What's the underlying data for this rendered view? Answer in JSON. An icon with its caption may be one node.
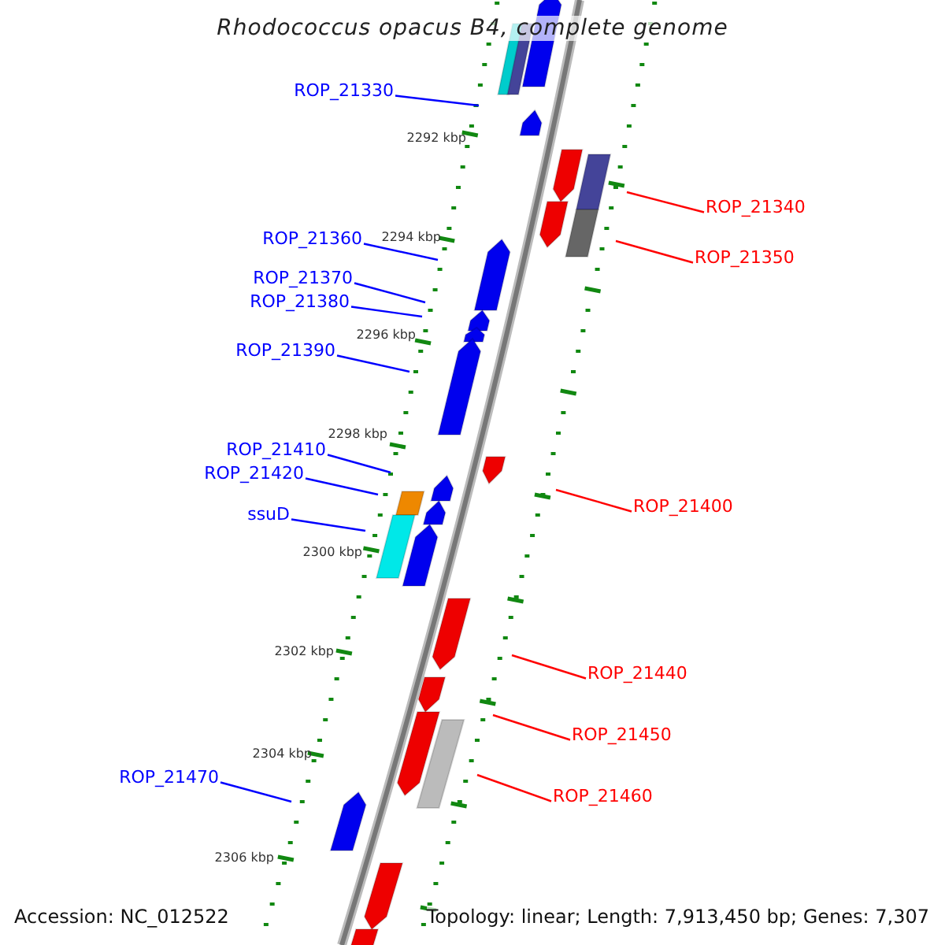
{
  "diagram": {
    "title": "Rhodococcus opacus B4, complete genome",
    "nodes": [
      {
        "text": [
          "ROP_21330"
        ]
      },
      {
        "text": [
          "ROP_21340"
        ]
      },
      {
        "text": [
          "ROP_21360"
        ]
      },
      {
        "text": [
          "ROP_21350"
        ]
      },
      {
        "text": [
          "ROP_21370"
        ]
      },
      {
        "text": [
          "ROP_21380"
        ]
      },
      {
        "text": [
          "ROP_21390"
        ]
      },
      {
        "text": [
          "ROP_21410"
        ]
      },
      {
        "text": [
          "ROP_21420"
        ]
      },
      {
        "text": [
          "ROP_21400"
        ]
      },
      {
        "text": [
          "ssuD"
        ]
      },
      {
        "text": [
          "ROP_21440"
        ]
      },
      {
        "text": [
          "ROP_21450"
        ]
      },
      {
        "text": [
          "ROP_21470"
        ]
      },
      {
        "text": [
          "ROP_21460"
        ]
      }
    ],
    "edges": [
      {
        "from": 0,
        "to": null,
        "arrow": "none"
      },
      {
        "from": 1,
        "to": null,
        "arrow": "none",
        "color": "#ff0000"
      },
      {
        "from": 2,
        "to": null,
        "arrow": "none"
      },
      {
        "from": 3,
        "to": null,
        "arrow": "none",
        "color": "#ff0000"
      },
      {
        "from": 4,
        "to": null,
        "arrow": "none"
      },
      {
        "from": 5,
        "to": null,
        "arrow": "none"
      },
      {
        "from": 6,
        "to": null,
        "arrow": "none"
      },
      {
        "from": 7,
        "to": null,
        "arrow": "none"
      },
      {
        "from": 8,
        "to": null,
        "arrow": "none"
      },
      {
        "from": 9,
        "to": null,
        "arrow": "none",
        "color": "#ff0000"
      },
      {
        "from": 10,
        "to": null,
        "arrow": "none"
      },
      {
        "from": 11,
        "to": null,
        "arrow": "none",
        "color": "#ff0000"
      },
      {
        "from": 12,
        "to": null,
        "arrow": "none",
        "color": "#ff0000"
      },
      {
        "from": 13,
        "to": null,
        "arrow": "none"
      },
      {
        "from": 14,
        "to": null,
        "arrow": "none",
        "color": "#ff0000"
      }
    ],
    "labels": [
      "2292 kbp",
      "2294 kbp",
      "2296 kbp",
      "2298 kbp",
      "2300 kbp",
      "2302 kbp",
      "2304 kbp",
      "2306 kbp",
      "Accession: NC_012522",
      "Topology: linear; Length: 7,913,450 bp; Genes: 7,307"
    ]
  }
}
